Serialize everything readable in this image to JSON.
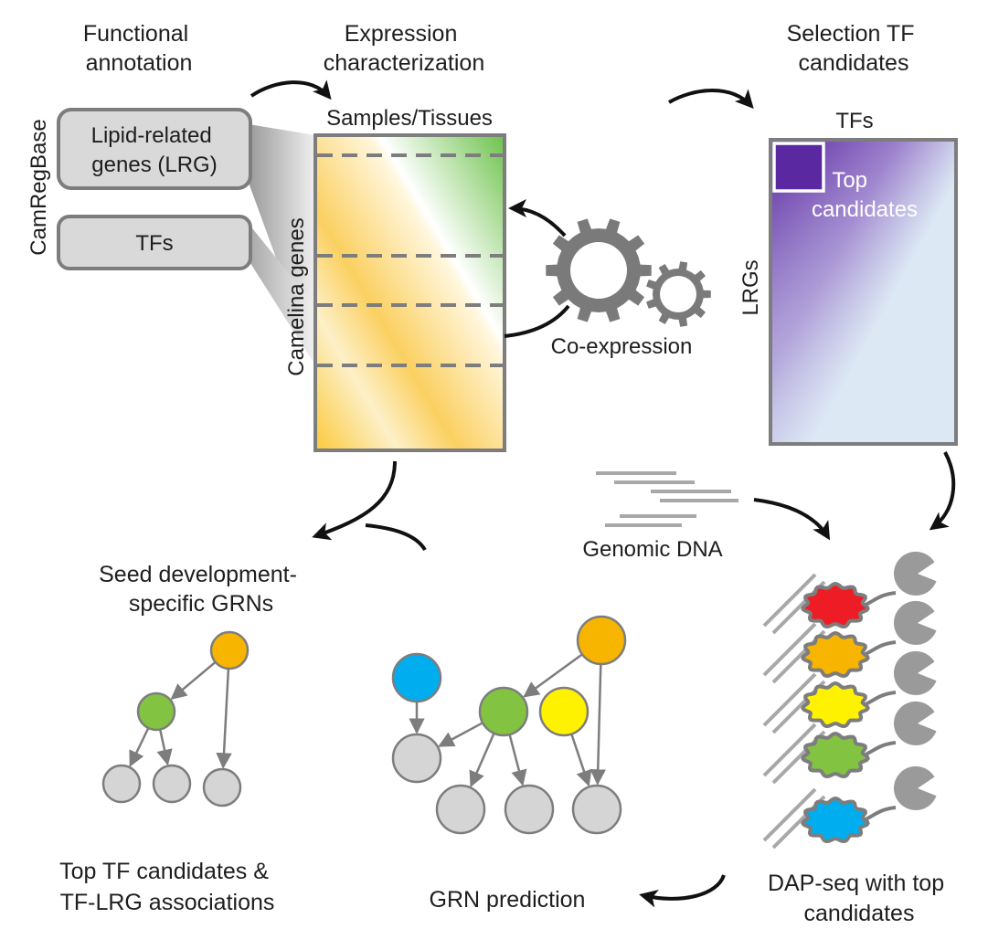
{
  "steps": {
    "functional_annotation": [
      "Functional",
      "annotation"
    ],
    "expression_characterization": [
      "Expression",
      "characterization"
    ],
    "selection_tf": [
      "Selection TF",
      "candidates"
    ],
    "seed_grns": [
      "Seed development-",
      "specific GRNs"
    ],
    "top_tf": [
      "Top TF candidates &",
      "TF-LRG associations"
    ],
    "grn_prediction": "GRN prediction",
    "dapseq": [
      "DAP-seq with top",
      "candidates"
    ]
  },
  "camregbase": {
    "label": "CamRegBase",
    "lrg_box": [
      "Lipid-related",
      "genes (LRG)"
    ],
    "tfs_box": "TFs"
  },
  "expression_matrix": {
    "column_label": "Samples/Tissues",
    "row_label": "Camelina genes",
    "colors": {
      "high": "#f9c623",
      "green": "#5fbd3c"
    }
  },
  "coexpression": {
    "label": "Co-expression",
    "gear_color": "#7a7a7a"
  },
  "tf_matrix": {
    "column_label": "TFs",
    "row_label": "LRGs",
    "highlight_label": [
      "Top",
      "candidates"
    ],
    "colors": {
      "purple": "#6a2fa8",
      "background": "#dce8f4"
    }
  },
  "genomic_dna": {
    "label": "Genomic DNA"
  },
  "colors": {
    "arrow": "#111111",
    "network_edge": "#7d7d7d",
    "node_gray": "#d5d5d5",
    "orange": "#f7b500",
    "green": "#82c341",
    "blue": "#00aeef",
    "yellow": "#fff200",
    "red": "#ee1c25"
  },
  "dapseq_tf_colors": [
    "#ee1c25",
    "#f7b500",
    "#fff200",
    "#82c341",
    "#00aeef"
  ]
}
